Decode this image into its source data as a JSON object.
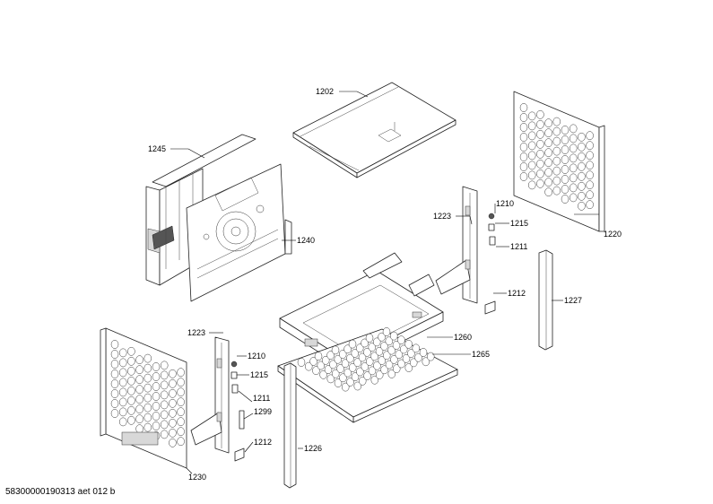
{
  "diagram": {
    "labels": {
      "l1202": "1202",
      "l1245": "1245",
      "l1240": "1240",
      "l1220": "1220",
      "l1210a": "1210",
      "l1223a": "1223",
      "l1215a": "1215",
      "l1211a": "1211",
      "l1212a": "1212",
      "l1227": "1227",
      "l1260": "1260",
      "l1265": "1265",
      "l1223b": "1223",
      "l1210b": "1210",
      "l1215b": "1215",
      "l1211b": "1211",
      "l1299": "1299",
      "l1212b": "1212",
      "l1226": "1226",
      "l1230": "1230"
    }
  },
  "footer": {
    "code": "58300000190313 aet 012 b"
  }
}
